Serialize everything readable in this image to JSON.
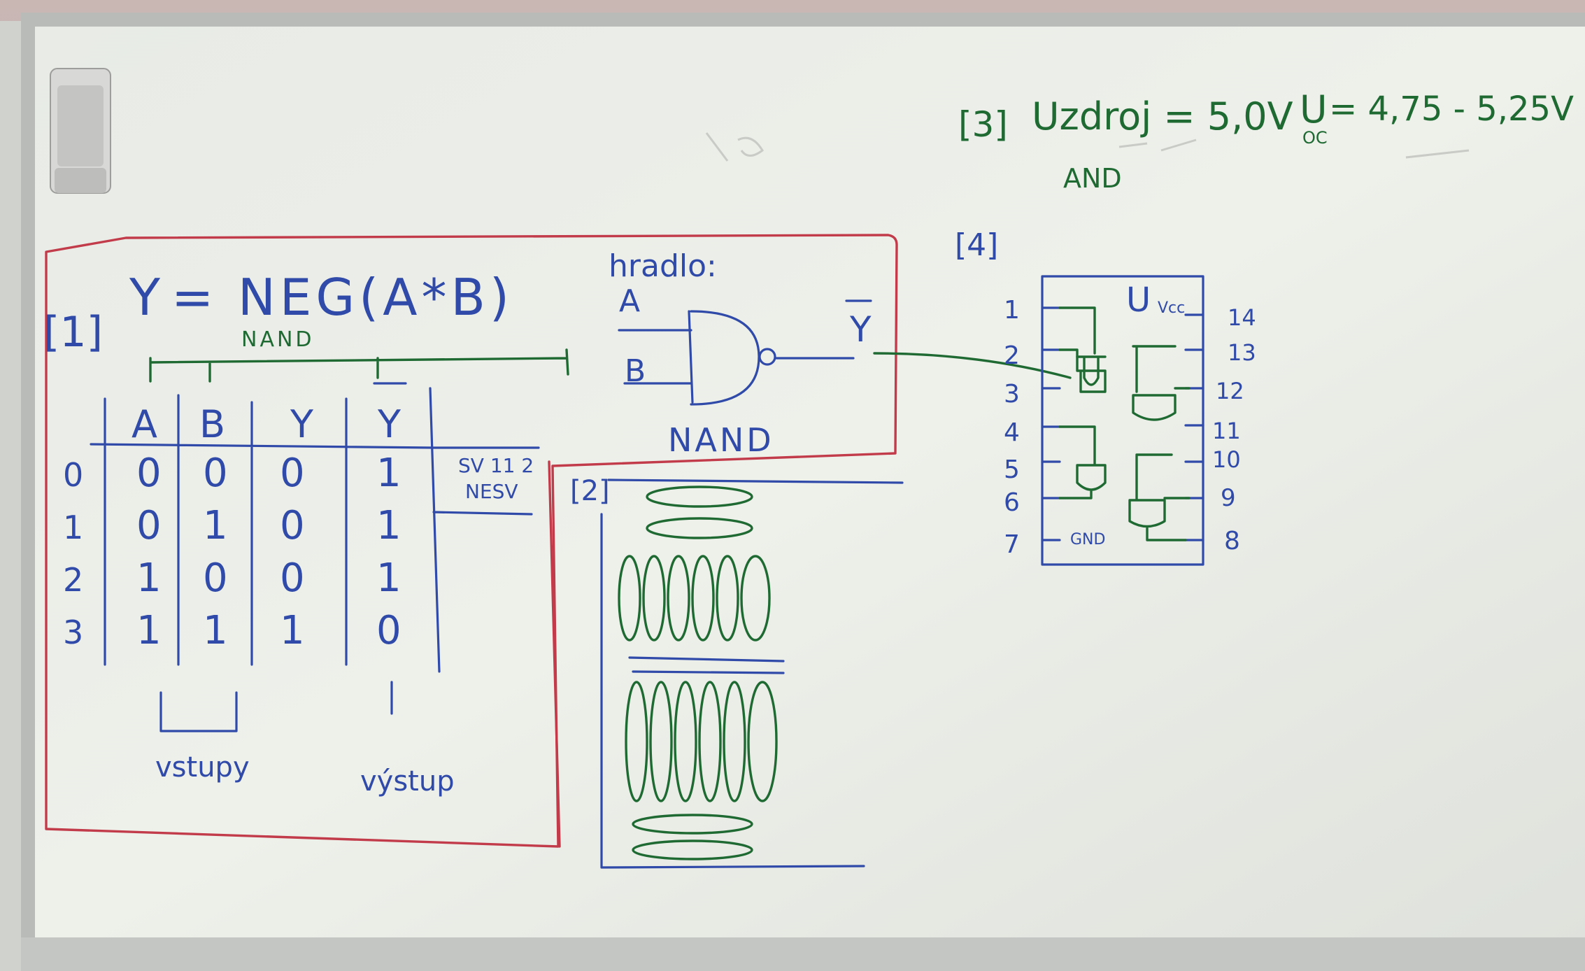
{
  "board": {
    "section_tags": [
      "[1]",
      "[2]",
      "[3]",
      "[4]"
    ],
    "expression": {
      "lhs": "Y",
      "eq": "=",
      "rhs": "NEG(A*B)"
    },
    "nand_under_expression": "NAND",
    "truth_table": {
      "headers": [
        "A",
        "B",
        "Y",
        "Y"
      ],
      "rows": [
        {
          "index": "0",
          "values": [
            "0",
            "0",
            "0",
            "1"
          ]
        },
        {
          "index": "1",
          "values": [
            "0",
            "1",
            "0",
            "1"
          ]
        },
        {
          "index": "2",
          "values": [
            "1",
            "0",
            "0",
            "1"
          ]
        },
        {
          "index": "3",
          "values": [
            "1",
            "1",
            "1",
            "0"
          ]
        }
      ],
      "side_note": [
        "SV 11 2",
        "NESV"
      ],
      "inputs_label": "vstupy",
      "output_label": "výstup"
    },
    "gate": {
      "heading": "hradlo:",
      "input_a": "A",
      "input_b": "B",
      "output": "Y",
      "name": "NAND"
    },
    "voltage": {
      "tag": "[3]",
      "supply": "Uzdroj = 5,0V",
      "gate_type": "AND",
      "range_symbol": "U",
      "range_sub": "OC",
      "range": "= 4,75 - 5,25V"
    },
    "chip": {
      "tag": "[4]",
      "top_label": "U",
      "vcc": "Vcc",
      "gnd": "GND",
      "left_pins": [
        "1",
        "2",
        "3",
        "4",
        "5",
        "6",
        "7"
      ],
      "right_pins": [
        "14",
        "13",
        "12",
        "11",
        "10",
        "9",
        "8"
      ]
    }
  },
  "colors": {
    "blue_marker": "#2f4aa8",
    "green_marker": "#1f6a33",
    "red_marker": "#c23b4a",
    "board": "#e9ebe5"
  }
}
